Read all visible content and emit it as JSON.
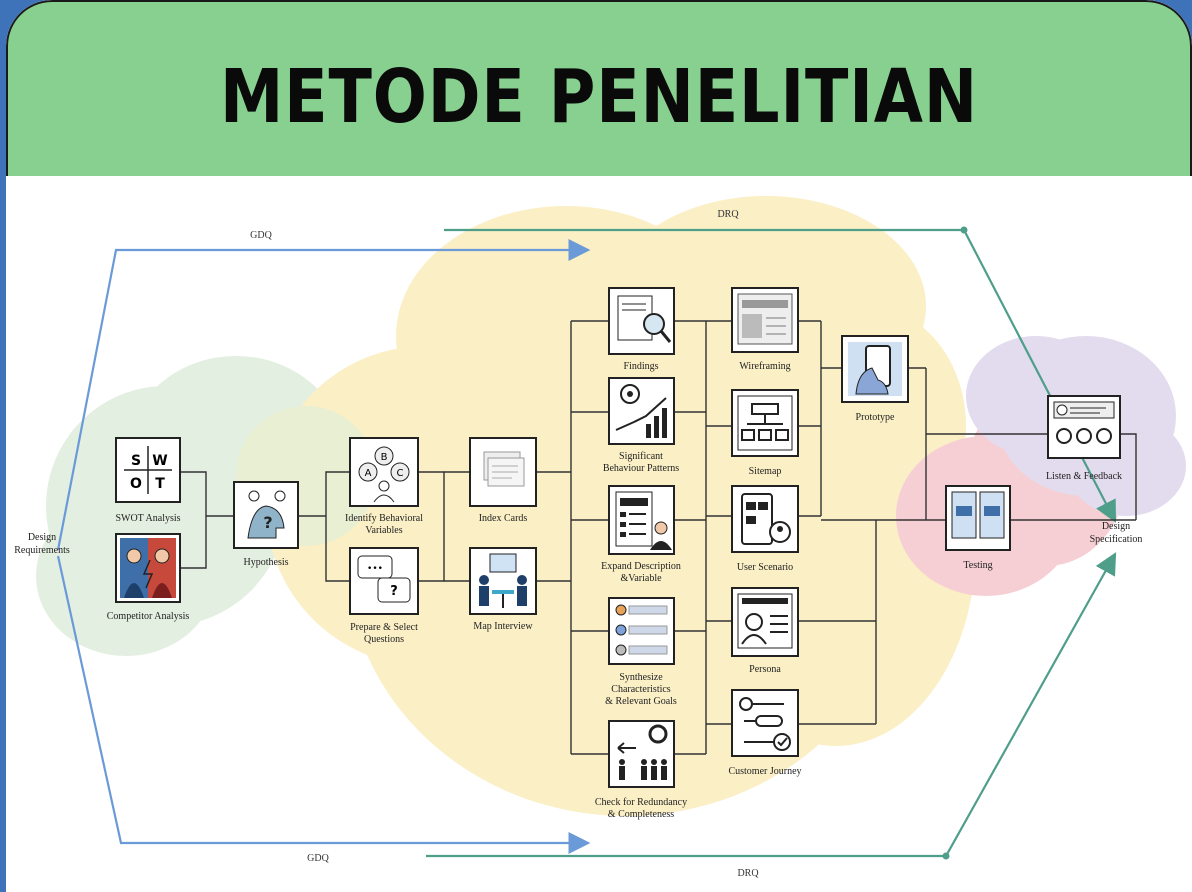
{
  "title": "METODE PENELITIAN",
  "colors": {
    "background": "#3f73b9",
    "header": "#88d08f",
    "gdq_line": "#6b9ad8",
    "drq_line": "#4e9e8a",
    "cloud_yellow": "#fbefc6",
    "cloud_green": "#e3efe0",
    "cloud_pink": "#f6cfd4",
    "cloud_purple": "#e3dbee"
  },
  "diagram": {
    "flows": {
      "gdq_top": "GDQ",
      "gdq_bottom": "GDQ",
      "drq_top": "DRQ",
      "drq_bottom": "DRQ"
    },
    "start": [
      "Design",
      "Requirements"
    ],
    "end": [
      "Design",
      "Specification"
    ],
    "swot": {
      "letters": [
        "S",
        "W",
        "O",
        "T"
      ],
      "label": [
        "SWOT Analysis"
      ]
    },
    "competitor": {
      "label": [
        "Competitor Analysis"
      ]
    },
    "hypothesis": {
      "label": [
        "Hypothesis"
      ]
    },
    "identify": {
      "label": [
        "Identify Behavioral",
        "Variables"
      ],
      "letters": [
        "A",
        "B",
        "C"
      ]
    },
    "prepare": {
      "label": [
        "Prepare & Select",
        "Questions"
      ]
    },
    "index_cards": {
      "label": [
        "Index Cards"
      ]
    },
    "map_interview": {
      "label": [
        "Map Interview"
      ]
    },
    "findings": {
      "label": [
        "Findings"
      ]
    },
    "significant": {
      "label": [
        "Significant",
        "Behaviour Patterns"
      ]
    },
    "expand": {
      "label": [
        "Expand Description",
        "&Variable"
      ]
    },
    "synthesize": {
      "label": [
        "Synthesize",
        "Characteristics",
        "& Relevant Goals"
      ]
    },
    "check": {
      "label": [
        "Check for Redundancy",
        "& Completeness"
      ]
    },
    "wireframing": {
      "label": [
        "Wireframing"
      ]
    },
    "sitemap": {
      "label": [
        "Sitemap"
      ]
    },
    "user_scenario": {
      "label": [
        "User Scenario"
      ]
    },
    "persona": {
      "label": [
        "Persona"
      ]
    },
    "customer_journey": {
      "label": [
        "Customer Journey"
      ]
    },
    "prototype": {
      "label": [
        "Prototype"
      ]
    },
    "testing": {
      "label": [
        "Testing"
      ]
    },
    "listen": {
      "label": [
        "Listen & Feedback"
      ]
    }
  }
}
